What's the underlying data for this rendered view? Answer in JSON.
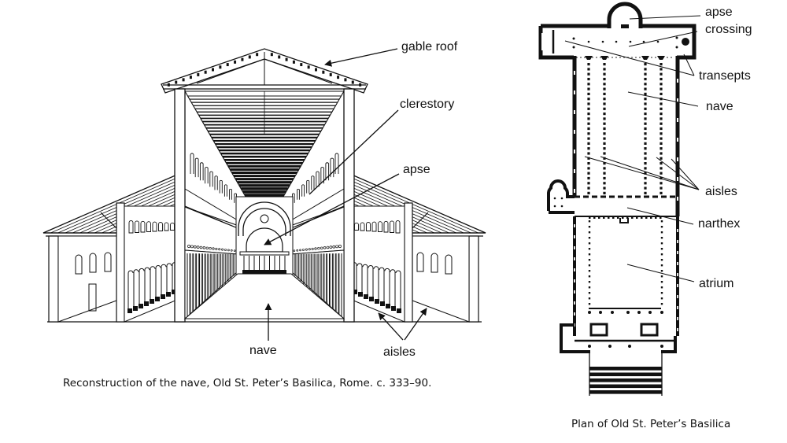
{
  "figures": [
    {
      "id": "nave-reconstruction",
      "caption": "Reconstruction of the nave, Old St. Peter’s Basilica, Rome. c. 333–90.",
      "labels": {
        "gable_roof": "gable roof",
        "clerestory": "clerestory",
        "apse": "apse",
        "nave": "nave",
        "aisles": "aisles"
      }
    },
    {
      "id": "basilica-plan",
      "caption": "Plan of Old St. Peter’s Basilica",
      "labels": {
        "apse": "apse",
        "crossing": "crossing",
        "transepts": "transepts",
        "nave": "nave",
        "aisles": "aisles",
        "narthex": "narthex",
        "atrium": "atrium"
      }
    }
  ]
}
